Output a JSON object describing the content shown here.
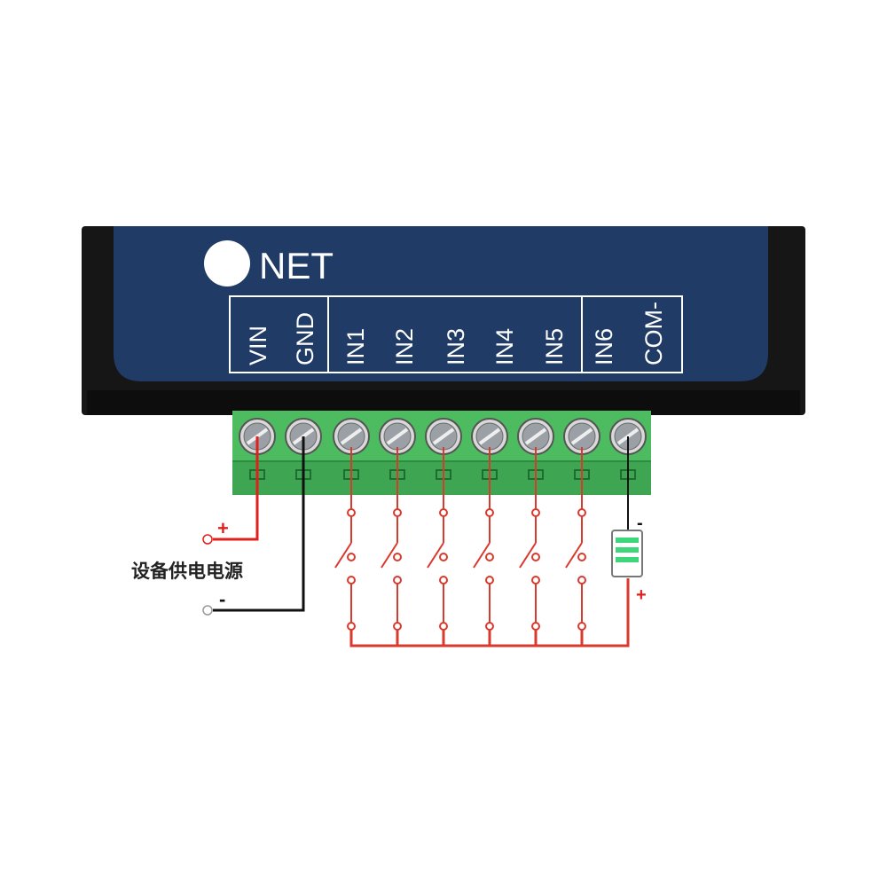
{
  "device": {
    "indicator_label": "NET",
    "terminal_labels": [
      "VIN",
      "GND",
      "IN1",
      "IN2",
      "IN3",
      "IN4",
      "IN5",
      "IN6",
      "COM-"
    ],
    "terminal_groups": [
      [
        "VIN",
        "GND"
      ],
      [
        "IN1",
        "IN2",
        "IN3",
        "IN4",
        "IN5"
      ],
      [
        "IN6",
        "COM-"
      ]
    ],
    "colors": {
      "panel": "#1f3b66",
      "housing": "#161616",
      "terminal_block": "#4dbb5f",
      "wire_power_positive": "#e0201c",
      "wire_power_negative": "#111111",
      "wire_inputs": "#d93a2e",
      "indicator": "#ffffff"
    }
  },
  "wiring": {
    "power_supply_label": "设备供电电源",
    "power_positive_symbol": "+",
    "power_negative_symbol": "-",
    "switch_count": 6,
    "battery_top_symbol": "-",
    "battery_bottom_symbol": "+",
    "battery_icon": "battery-icon",
    "switch_icon": "switch-icon"
  }
}
